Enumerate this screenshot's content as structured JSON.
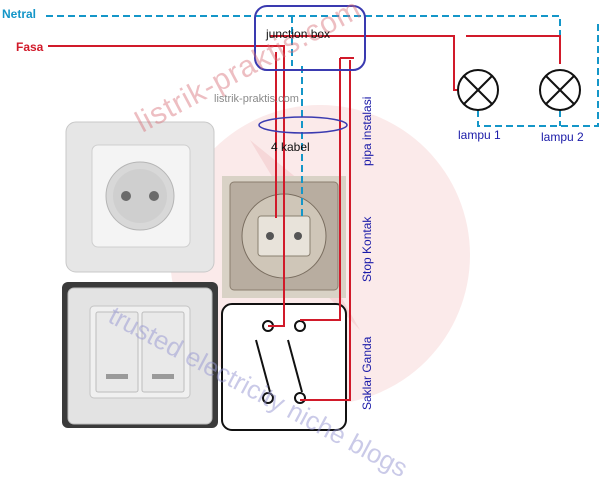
{
  "labels": {
    "netral": "Netral",
    "fasa": "Fasa",
    "junction_box": "junction box",
    "kabel": "4 kabel",
    "pipa_instalasi": "pipa instalasi",
    "stop_kontak": "Stop Kontak",
    "saklar_ganda": "Saklar Ganda",
    "lampu_1": "lampu 1",
    "lampu_2": "lampu 2"
  },
  "watermarks": {
    "site": "listrik-praktis.com",
    "arc": "listrik-praktis.com",
    "blog": "trusted electricity niche blogs"
  },
  "colors": {
    "fasa": "#d11a2a",
    "netral": "#1496c8",
    "junction_box": "#3a3ab0",
    "label": "#1a1aa8"
  }
}
